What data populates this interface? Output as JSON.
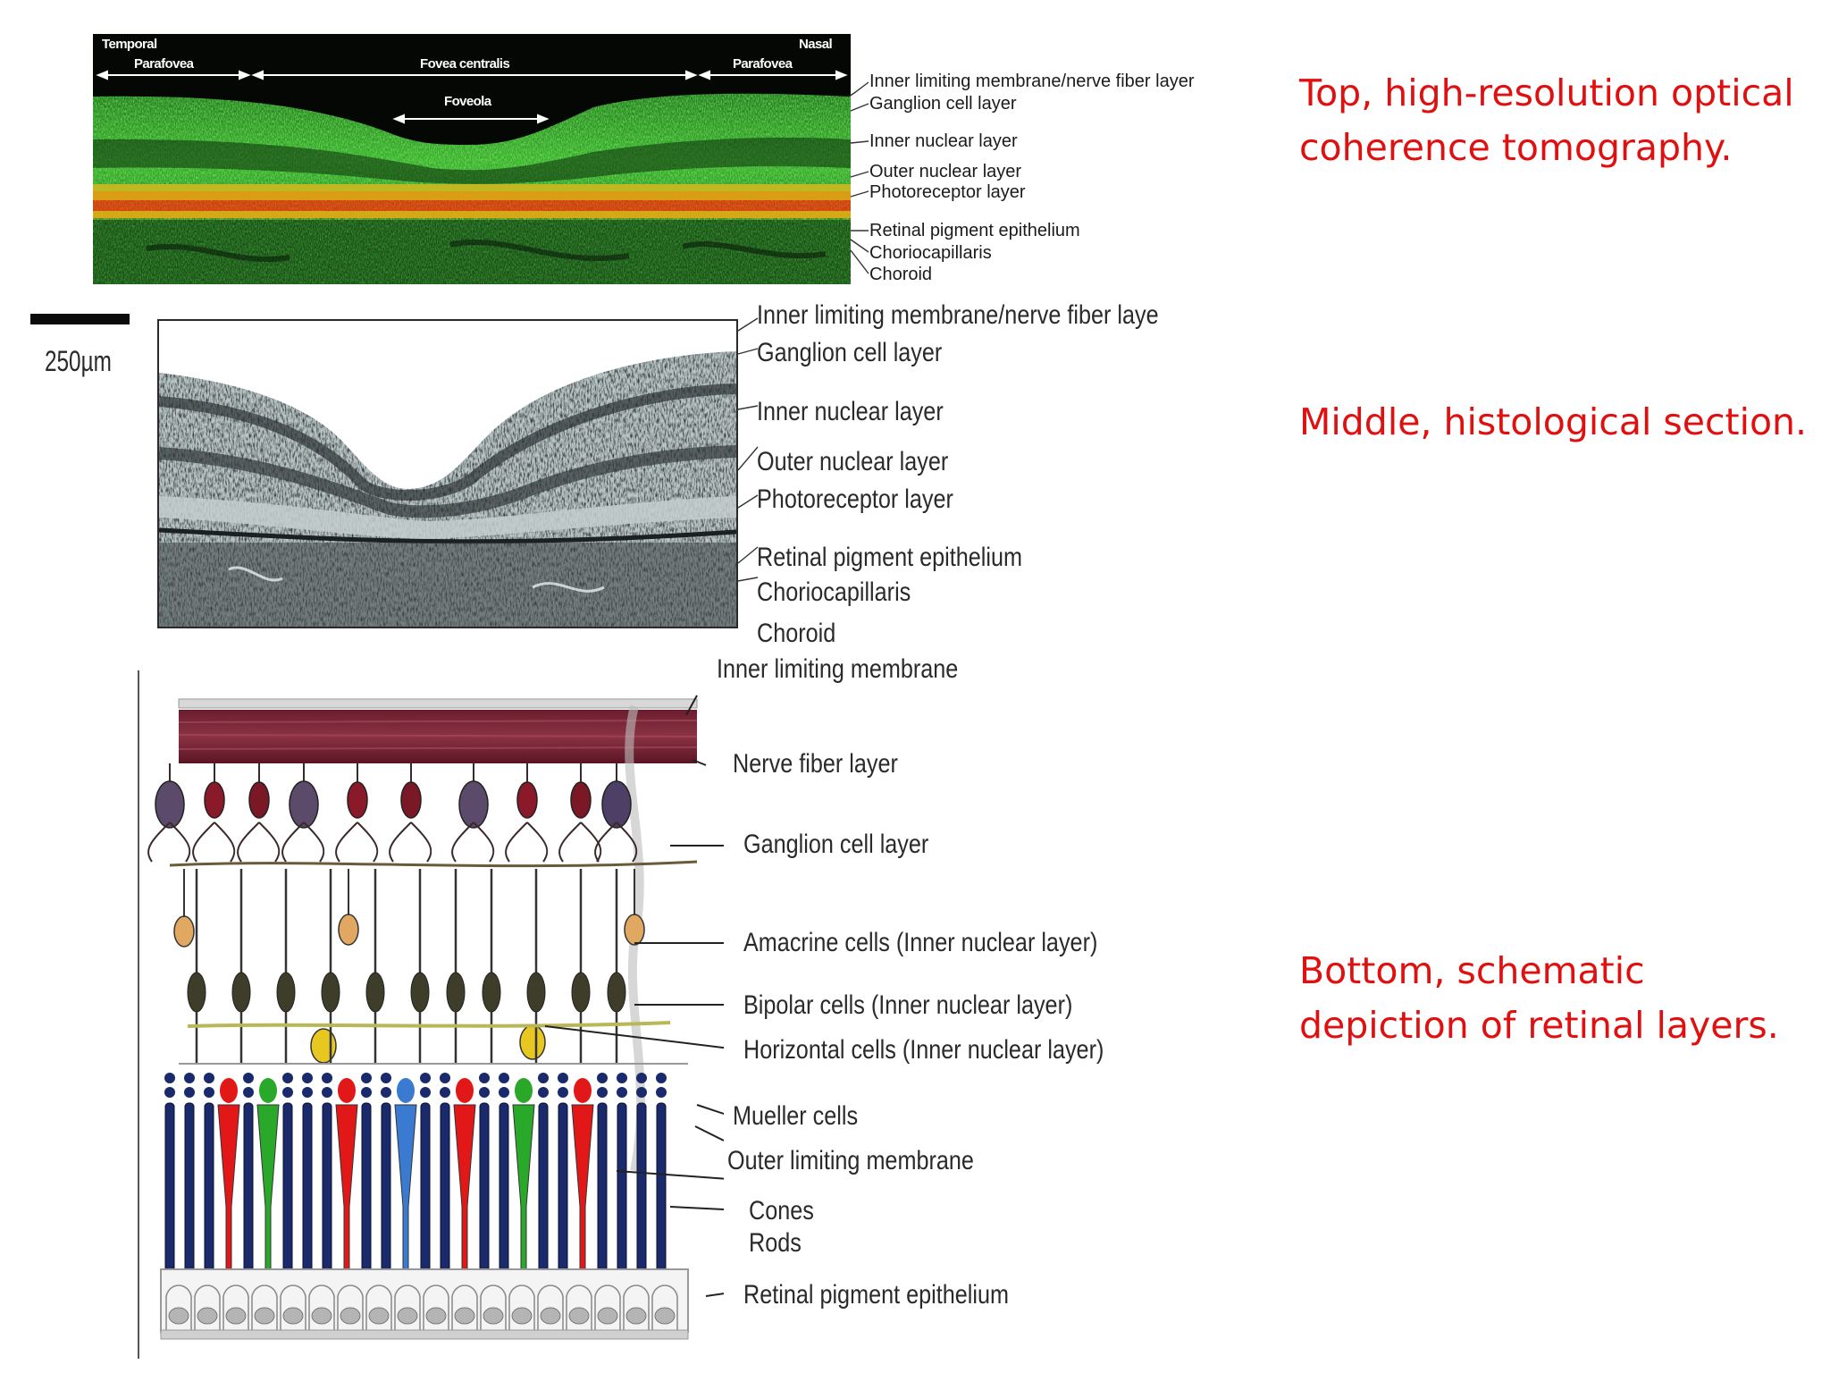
{
  "oct": {
    "header": {
      "temporal": "Temporal",
      "nasal": "Nasal",
      "parafovea_left": "Parafovea",
      "fovea_centralis": "Fovea centralis",
      "parafovea_right": "Parafovea",
      "foveola": "Foveola"
    },
    "labels": [
      "Inner limiting membrane/nerve fiber layer",
      "Ganglion cell layer",
      "Inner nuclear layer",
      "Outer nuclear layer",
      "Photoreceptor layer",
      "Retinal pigment epithelium",
      "Choriocapillaris",
      "Choroid"
    ]
  },
  "histology": {
    "scale_label": "250µm",
    "labels": [
      "Inner limiting membrane/nerve fiber laye",
      "Ganglion cell layer",
      "Inner nuclear layer",
      "Outer nuclear layer",
      "Photoreceptor layer",
      "Retinal pigment epithelium",
      "Choriocapillaris",
      "Choroid"
    ]
  },
  "schematic": {
    "labels": [
      "Inner limiting membrane",
      "Nerve fiber layer",
      "Ganglion cell layer",
      "Amacrine cells (Inner nuclear layer)",
      "Bipolar cells (Inner nuclear layer)",
      "Horizontal cells (Inner nuclear layer)",
      "Mueller cells",
      "Outer limiting membrane",
      "Cones",
      "Rods",
      "Retinal pigment epithelium"
    ]
  },
  "captions": {
    "top": "Top, high-resolution optical coherence tomography.",
    "middle": "Middle, histological section.",
    "bottom": "Bottom, schematic depiction of retinal layers."
  }
}
